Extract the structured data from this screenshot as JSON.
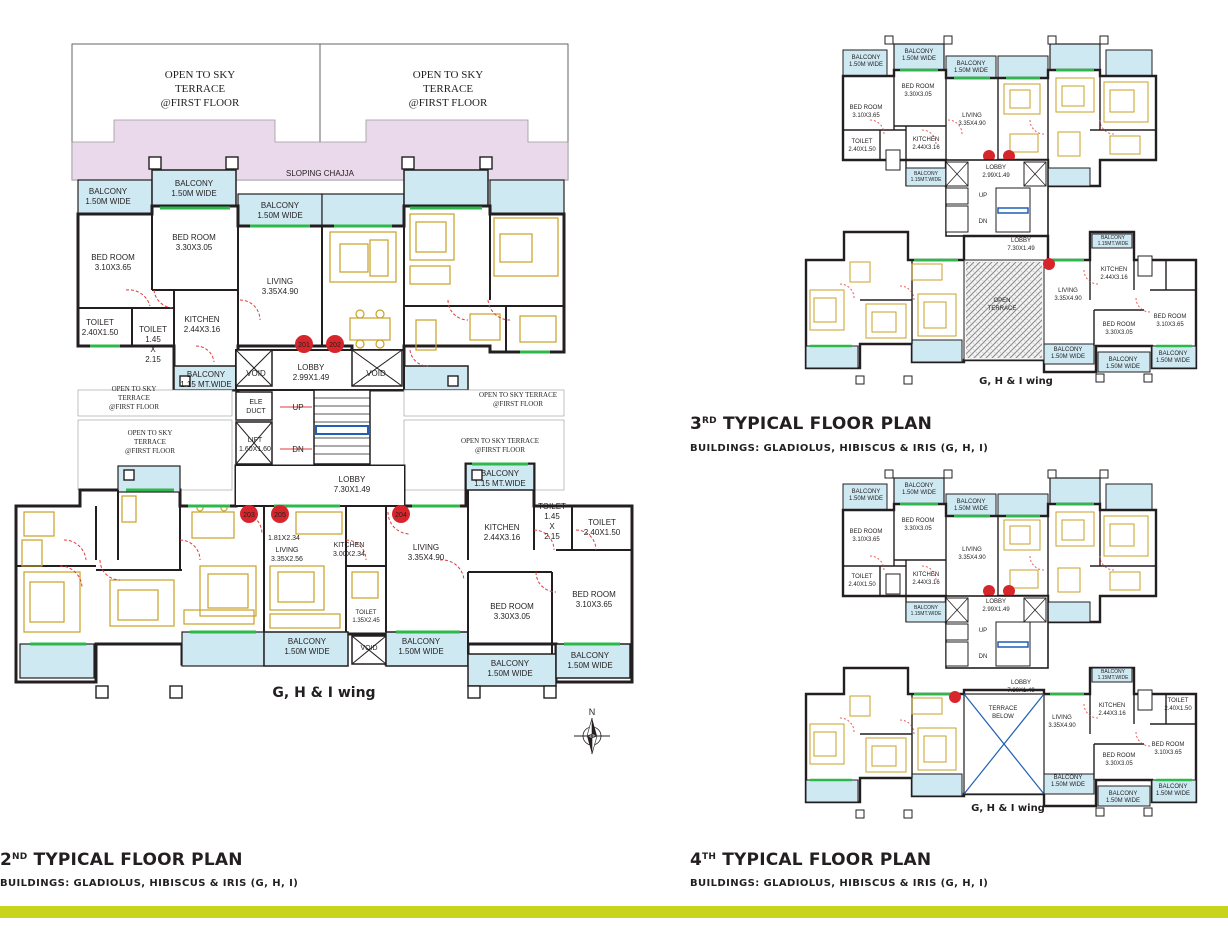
{
  "plans": {
    "second": {
      "title_prefix": "2",
      "title_sup": "ND",
      "title_rest": " TYPICAL FLOOR PLAN",
      "subtitle": "BUILDINGS: GLADIOLUS, HIBISCUS & IRIS (G, H, I)",
      "wing": "G, H & I wing",
      "labels": {
        "terrace_left": [
          "OPEN TO SKY",
          "TERRACE",
          "@FIRST FLOOR"
        ],
        "terrace_right": [
          "OPEN TO SKY",
          "TERRACE",
          "@FIRST FLOOR"
        ],
        "sloping_chajja": "SLOPING CHAJJA",
        "balcony_a": [
          "BALCONY",
          "1.50M WIDE"
        ],
        "balcony_b": [
          "BALCONY",
          "1.50M WIDE"
        ],
        "balcony_c": [
          "BALCONY",
          "1.50M WIDE"
        ],
        "bedroom_a": [
          "BED ROOM",
          "3.10X3.65"
        ],
        "bedroom_b": [
          "BED ROOM",
          "3.30X3.05"
        ],
        "living_a": [
          "LIVING",
          "3.35X4.90"
        ],
        "toilet_a": [
          "TOILET",
          "2.40X1.50"
        ],
        "toilet_b": [
          "TOILET",
          "1.45",
          "X",
          "2.15"
        ],
        "kitchen_a": [
          "KITCHEN",
          "2.44X3.16"
        ],
        "balcony_d": [
          "BALCONY",
          "1.15 MT.WIDE"
        ],
        "ots_mid_left": [
          "OPEN TO SKY",
          "TERRACE",
          "@FIRST FLOOR"
        ],
        "ots_mid_right": [
          "OPEN TO SKY TERRACE",
          "@FIRST FLOOR"
        ],
        "ots_low_left": [
          "OPEN TO SKY",
          "TERRACE",
          "@FIRST FLOOR"
        ],
        "ots_low_right": [
          "OPEN TO SKY TERRACE",
          "@FIRST FLOOR"
        ],
        "void1": "VOID",
        "void2": "VOID",
        "void3": "VOID",
        "ele_duct": [
          "ELE",
          "DUCT"
        ],
        "lift": [
          "LIFT",
          "1.60X1.60"
        ],
        "lobby_top": [
          "LOBBY",
          "2.99X1.49"
        ],
        "lobby_bottom": [
          "LOBBY",
          "7.30X1.49"
        ],
        "up": "UP",
        "dn": "DN",
        "flat201": "201",
        "flat202": "202",
        "flat203": "203",
        "flat204": "204",
        "flat205": "205",
        "balcony_e": [
          "BALCONY",
          "1.15 MT.WIDE"
        ],
        "kitchen_b": [
          "KITCHEN",
          "2.44X3.16"
        ],
        "toilet_c": [
          "TOILET",
          "1.45",
          "X",
          "2.15"
        ],
        "toilet_d": [
          "TOILET",
          "2.40X1.50"
        ],
        "living_b": [
          "LIVING",
          "3.35X4.90"
        ],
        "bedroom_c": [
          "BED ROOM",
          "3.30X3.05"
        ],
        "bedroom_d": [
          "BED ROOM",
          "3.10X3.65"
        ],
        "small_dim": "1.81X2.34",
        "living_c": [
          "LIVING",
          "3.35X2.56"
        ],
        "kitchen_c": [
          "KITCHEN",
          "3.00X2.34"
        ],
        "toilet_e": [
          "TOILET",
          "1.35X2.45"
        ],
        "balcony_f": [
          "BALCONY",
          "1.50M WIDE"
        ],
        "balcony_g": [
          "BALCONY",
          "1.50M WIDE"
        ],
        "balcony_h": [
          "BALCONY",
          "1.50M WIDE"
        ],
        "balcony_i": [
          "BALCONY",
          "1.50M WIDE"
        ]
      }
    },
    "third": {
      "title_prefix": "3",
      "title_sup": "RD",
      "title_rest": " TYPICAL FLOOR PLAN",
      "subtitle": "BUILDINGS: GLADIOLUS, HIBISCUS & IRIS (G, H, I)",
      "wing": "G, H & I wing",
      "labels": {
        "balcony_a": [
          "BALCONY",
          "1.50M WIDE"
        ],
        "balcony_b": [
          "BALCONY",
          "1.50M WIDE"
        ],
        "balcony_c": [
          "BALCONY",
          "1.50M WIDE"
        ],
        "bedroom_a": [
          "BED ROOM",
          "3.10X3.65"
        ],
        "bedroom_b": [
          "BED ROOM",
          "3.30X3.05"
        ],
        "living_a": [
          "LIVING",
          "3.35X4.90"
        ],
        "toilet_a": [
          "TOILET",
          "2.40X1.50"
        ],
        "kitchen_a": [
          "KITCHEN",
          "2.44X3.16"
        ],
        "balcony_d": [
          "BALCONY",
          "1.15MT.WIDE"
        ],
        "lobby_top": [
          "LOBBY",
          "2.99X1.49"
        ],
        "lobby_bottom": [
          "LOBBY",
          "7.30X1.49"
        ],
        "up": "UP",
        "dn": "DN",
        "open_terrace": [
          "OPEN",
          "TERRACE"
        ],
        "living_b": [
          "LIVING",
          "3.35X4.90"
        ],
        "kitchen_b": [
          "KITCHEN",
          "2.44X3.16"
        ],
        "bedroom_c": [
          "BED ROOM",
          "3.30X3.05"
        ],
        "bedroom_d": [
          "BED ROOM",
          "3.10X3.65"
        ],
        "balcony_e": [
          "BALCONY",
          "1.15MT.WIDE"
        ],
        "balcony_f": [
          "BALCONY",
          "1.50M WIDE"
        ],
        "balcony_g": [
          "BALCONY",
          "1.50M WIDE"
        ],
        "balcony_h": [
          "BALCONY",
          "1.50M WIDE"
        ]
      }
    },
    "fourth": {
      "title_prefix": "4",
      "title_sup": "TH",
      "title_rest": " TYPICAL FLOOR PLAN",
      "subtitle": "BUILDINGS: GLADIOLUS, HIBISCUS & IRIS (G, H, I)",
      "wing": "G, H & I wing",
      "labels": {
        "balcony_a": [
          "BALCONY",
          "1.50M WIDE"
        ],
        "balcony_b": [
          "BALCONY",
          "1.50M WIDE"
        ],
        "balcony_c": [
          "BALCONY",
          "1.50M WIDE"
        ],
        "bedroom_a": [
          "BED ROOM",
          "3.10X3.65"
        ],
        "bedroom_b": [
          "BED ROOM",
          "3.30X3.05"
        ],
        "living_a": [
          "LIVING",
          "3.35X4.90"
        ],
        "toilet_a": [
          "TOILET",
          "2.40X1.50"
        ],
        "kitchen_a": [
          "KITCHEN",
          "2.44X3.16"
        ],
        "balcony_d": [
          "BALCONY",
          "1.15MT.WIDE"
        ],
        "lobby_top": [
          "LOBBY",
          "2.99X1.49"
        ],
        "lobby_bottom": [
          "LOBBY",
          "7.30X1.49"
        ],
        "up": "UP",
        "dn": "DN",
        "terrace_below": [
          "TERRACE",
          "BELOW"
        ],
        "living_b": [
          "LIVING",
          "3.35X4.90"
        ],
        "kitchen_b": [
          "KITCHEN",
          "2.44X3.16"
        ],
        "bedroom_c": [
          "BED ROOM",
          "3.30X3.05"
        ],
        "bedroom_d": [
          "BED ROOM",
          "3.10X3.65"
        ],
        "toilet_b": [
          "TOILET",
          "2.40X1.50"
        ],
        "balcony_e": [
          "BALCONY",
          "1.15MT.WIDE"
        ],
        "balcony_f": [
          "BALCONY",
          "1.50M WIDE"
        ],
        "balcony_g": [
          "BALCONY",
          "1.50M WIDE"
        ],
        "balcony_h": [
          "BALCONY",
          "1.50M WIDE"
        ]
      }
    }
  },
  "north": "N",
  "colors": {
    "wall": "#231f20",
    "balcony": "#cfe9f3",
    "chajja": "#ead9ea",
    "furniture": "#c9a227",
    "door": "#e03a3a",
    "window": "#2db84a",
    "band": "#c8d31c",
    "flat_badge": "#d7262b"
  }
}
